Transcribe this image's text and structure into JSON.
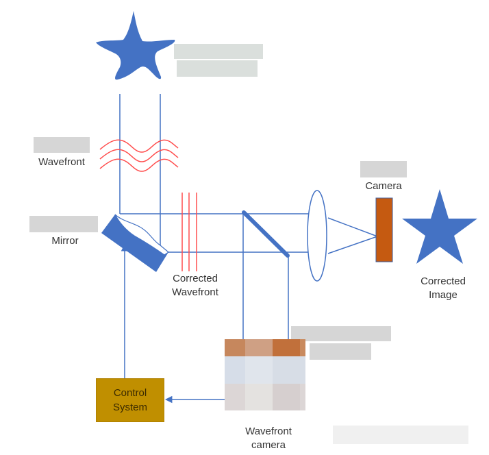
{
  "colors": {
    "beam": "#4472c4",
    "star": "#4472c4",
    "wave": "#ff4d4d",
    "camera": "#c55a11",
    "control_system": "#bf9000"
  },
  "labels": {
    "wavefront": "Wavefront",
    "mirror": "Mirror",
    "corrected_wavefront_1": "Corrected",
    "corrected_wavefront_2": "Wavefront",
    "camera": "Camera",
    "corrected_image_1": "Corrected",
    "corrected_image_2": "Image",
    "control_system_1": "Control",
    "control_system_2": "System",
    "wavefront_camera_1": "Wavefront",
    "wavefront_camera_2": "camera"
  },
  "icons": {
    "distorted_star": "distorted-star-icon",
    "corrected_star": "star-icon"
  }
}
